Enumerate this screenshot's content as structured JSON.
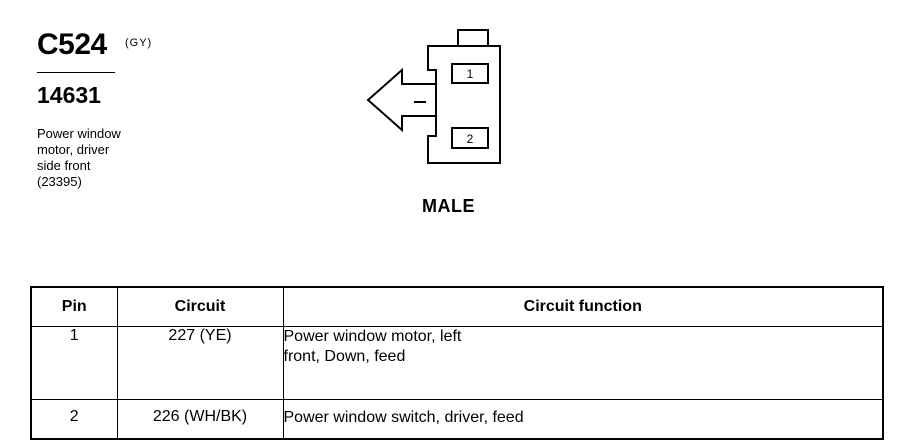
{
  "connector": {
    "id": "C524",
    "color_code": "(GY)",
    "part_number": "14631",
    "description_lines": [
      "Power window",
      "motor, driver",
      "side front",
      "(23395)"
    ]
  },
  "diagram": {
    "pin_labels": [
      "1",
      "2"
    ],
    "gender_label": "MALE"
  },
  "table": {
    "headers": [
      "Pin",
      "Circuit",
      "Circuit function"
    ],
    "rows": [
      {
        "pin": "1",
        "circuit": "227 (YE)",
        "function_lines": [
          "Power window motor, left",
          "front, Down, feed"
        ]
      },
      {
        "pin": "2",
        "circuit": "226 (WH/BK)",
        "function_lines": [
          "Power window switch, driver, feed"
        ]
      }
    ]
  }
}
